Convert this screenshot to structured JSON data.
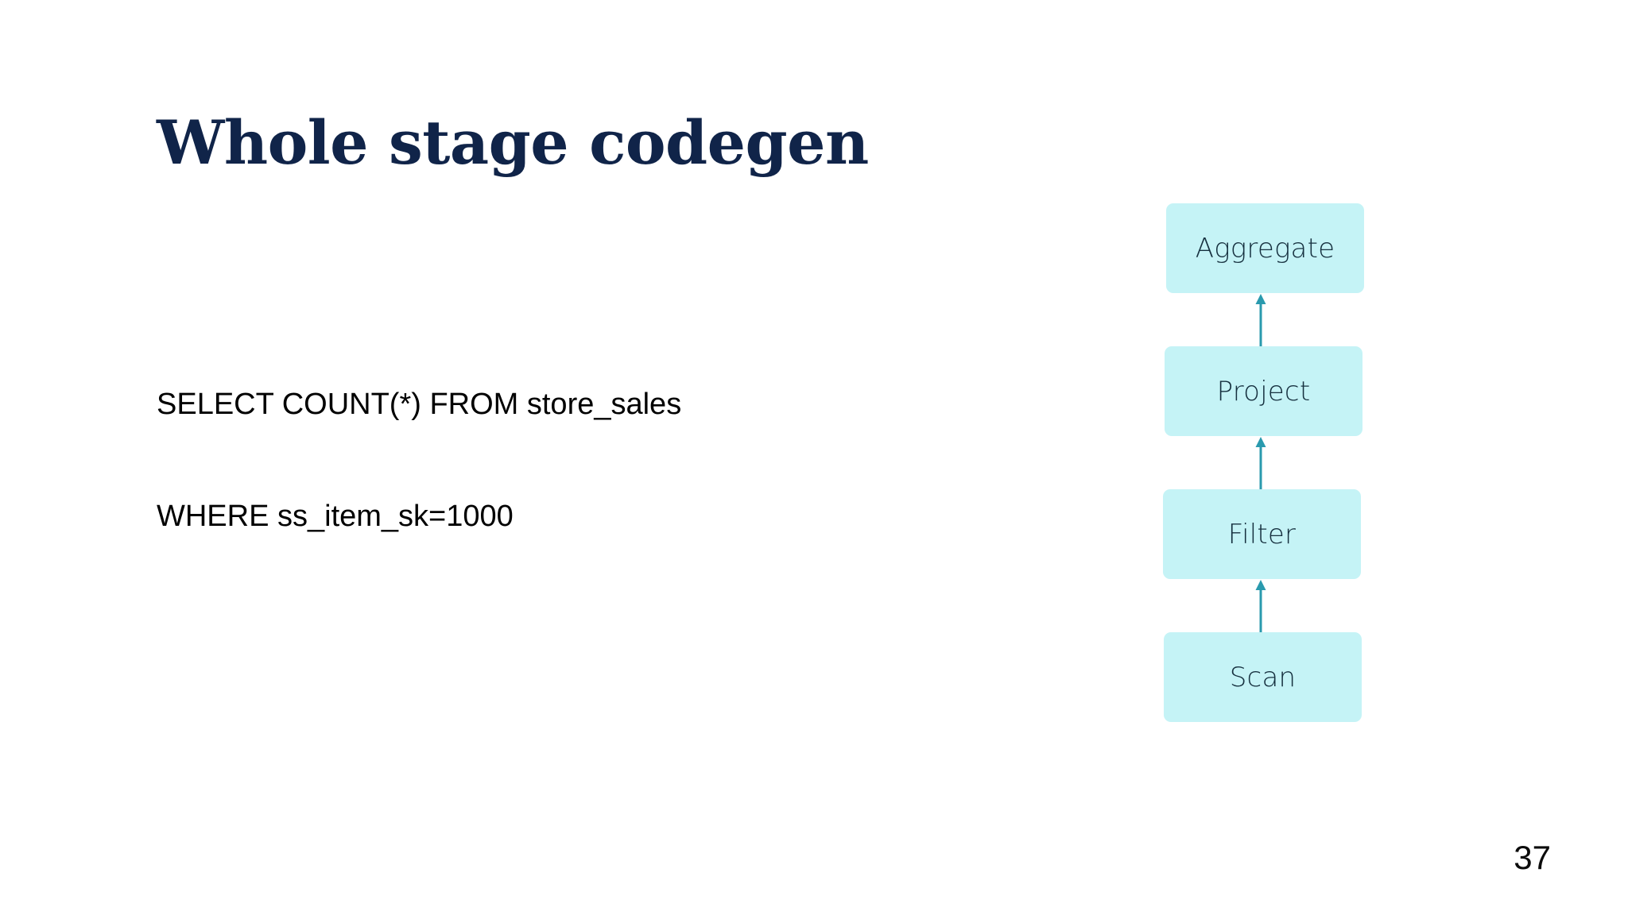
{
  "slide": {
    "title": "Whole stage codegen",
    "page_number": "37",
    "background_color": "#ffffff",
    "title_color": "#102449"
  },
  "code": {
    "language": "sql",
    "line1": "SELECT COUNT(*) FROM store_sales",
    "line2": "WHERE ss_item_sk=1000",
    "text_color": "#000000"
  },
  "diagram": {
    "type": "query-plan-pipeline",
    "direction": "bottom-to-top",
    "box_fill": "#c5f3f6",
    "box_text_color": "#16303f",
    "arrow_color": "#2a9aae",
    "nodes": [
      {
        "id": "aggregate",
        "label": "Aggregate",
        "order": 4
      },
      {
        "id": "project",
        "label": "Project",
        "order": 3
      },
      {
        "id": "filter",
        "label": "Filter",
        "order": 2
      },
      {
        "id": "scan",
        "label": "Scan",
        "order": 1
      }
    ],
    "edges": [
      {
        "from": "scan",
        "to": "filter",
        "icon": "arrow-up-icon"
      },
      {
        "from": "filter",
        "to": "project",
        "icon": "arrow-up-icon"
      },
      {
        "from": "project",
        "to": "aggregate",
        "icon": "arrow-up-icon"
      }
    ]
  }
}
